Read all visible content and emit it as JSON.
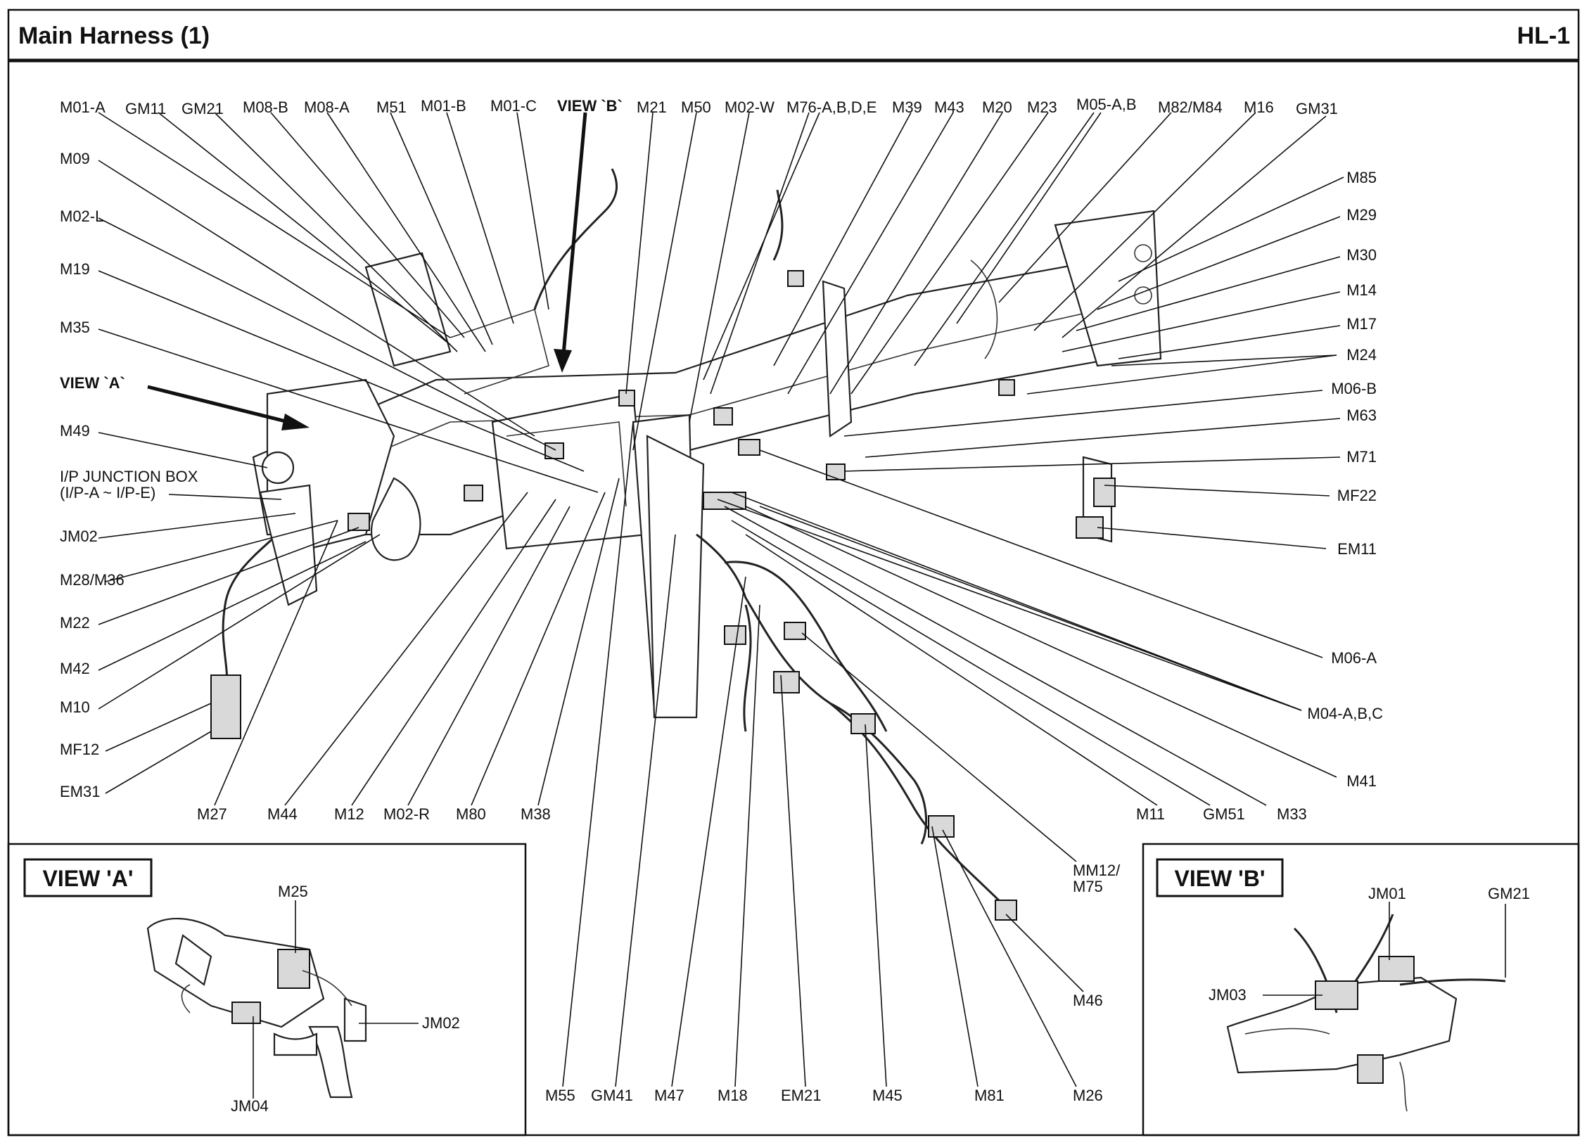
{
  "header": {
    "title": "Main Harness (1)",
    "code": "HL-1"
  },
  "main_diagram": {
    "top_labels": [
      "M01-A",
      "GM11",
      "GM21",
      "M08-B",
      "M08-A",
      "M51",
      "M01-B",
      "M01-C",
      "VIEW `B`",
      "M21",
      "M50",
      "M02-W",
      "M76-A,B,D,E",
      "M39",
      "M43",
      "M20",
      "M23",
      "M05-A,B",
      "M82/M84",
      "M16",
      "GM31"
    ],
    "left_labels": [
      "M09",
      "M02-L",
      "M19",
      "M35",
      "VIEW `A`",
      "M49",
      "I/P JUNCTION BOX",
      "(I/P-A ~ I/P-E)",
      "JM02",
      "M28/M36",
      "M22",
      "M42",
      "M10",
      "MF12",
      "EM31"
    ],
    "right_labels": [
      "M85",
      "M29",
      "M30",
      "M14",
      "M17",
      "M24",
      "M06-B",
      "M63",
      "M71",
      "MF22",
      "EM11",
      "M06-A",
      "M04-A,B,C",
      "M41"
    ],
    "bottom_row1_labels": [
      "M27",
      "M44",
      "M12",
      "M02-R",
      "M80",
      "M38",
      "M11",
      "GM51",
      "M33"
    ],
    "bottom_row2_labels": [
      "MM12/",
      "M75",
      "M46",
      "M55",
      "GM41",
      "M47",
      "M18",
      "EM21",
      "M45",
      "M81",
      "M26"
    ]
  },
  "view_a": {
    "title": "VIEW 'A'",
    "labels": [
      "M25",
      "JM02",
      "JM04"
    ]
  },
  "view_b": {
    "title": "VIEW 'B'",
    "labels": [
      "JM01",
      "GM21",
      "JM03"
    ]
  }
}
